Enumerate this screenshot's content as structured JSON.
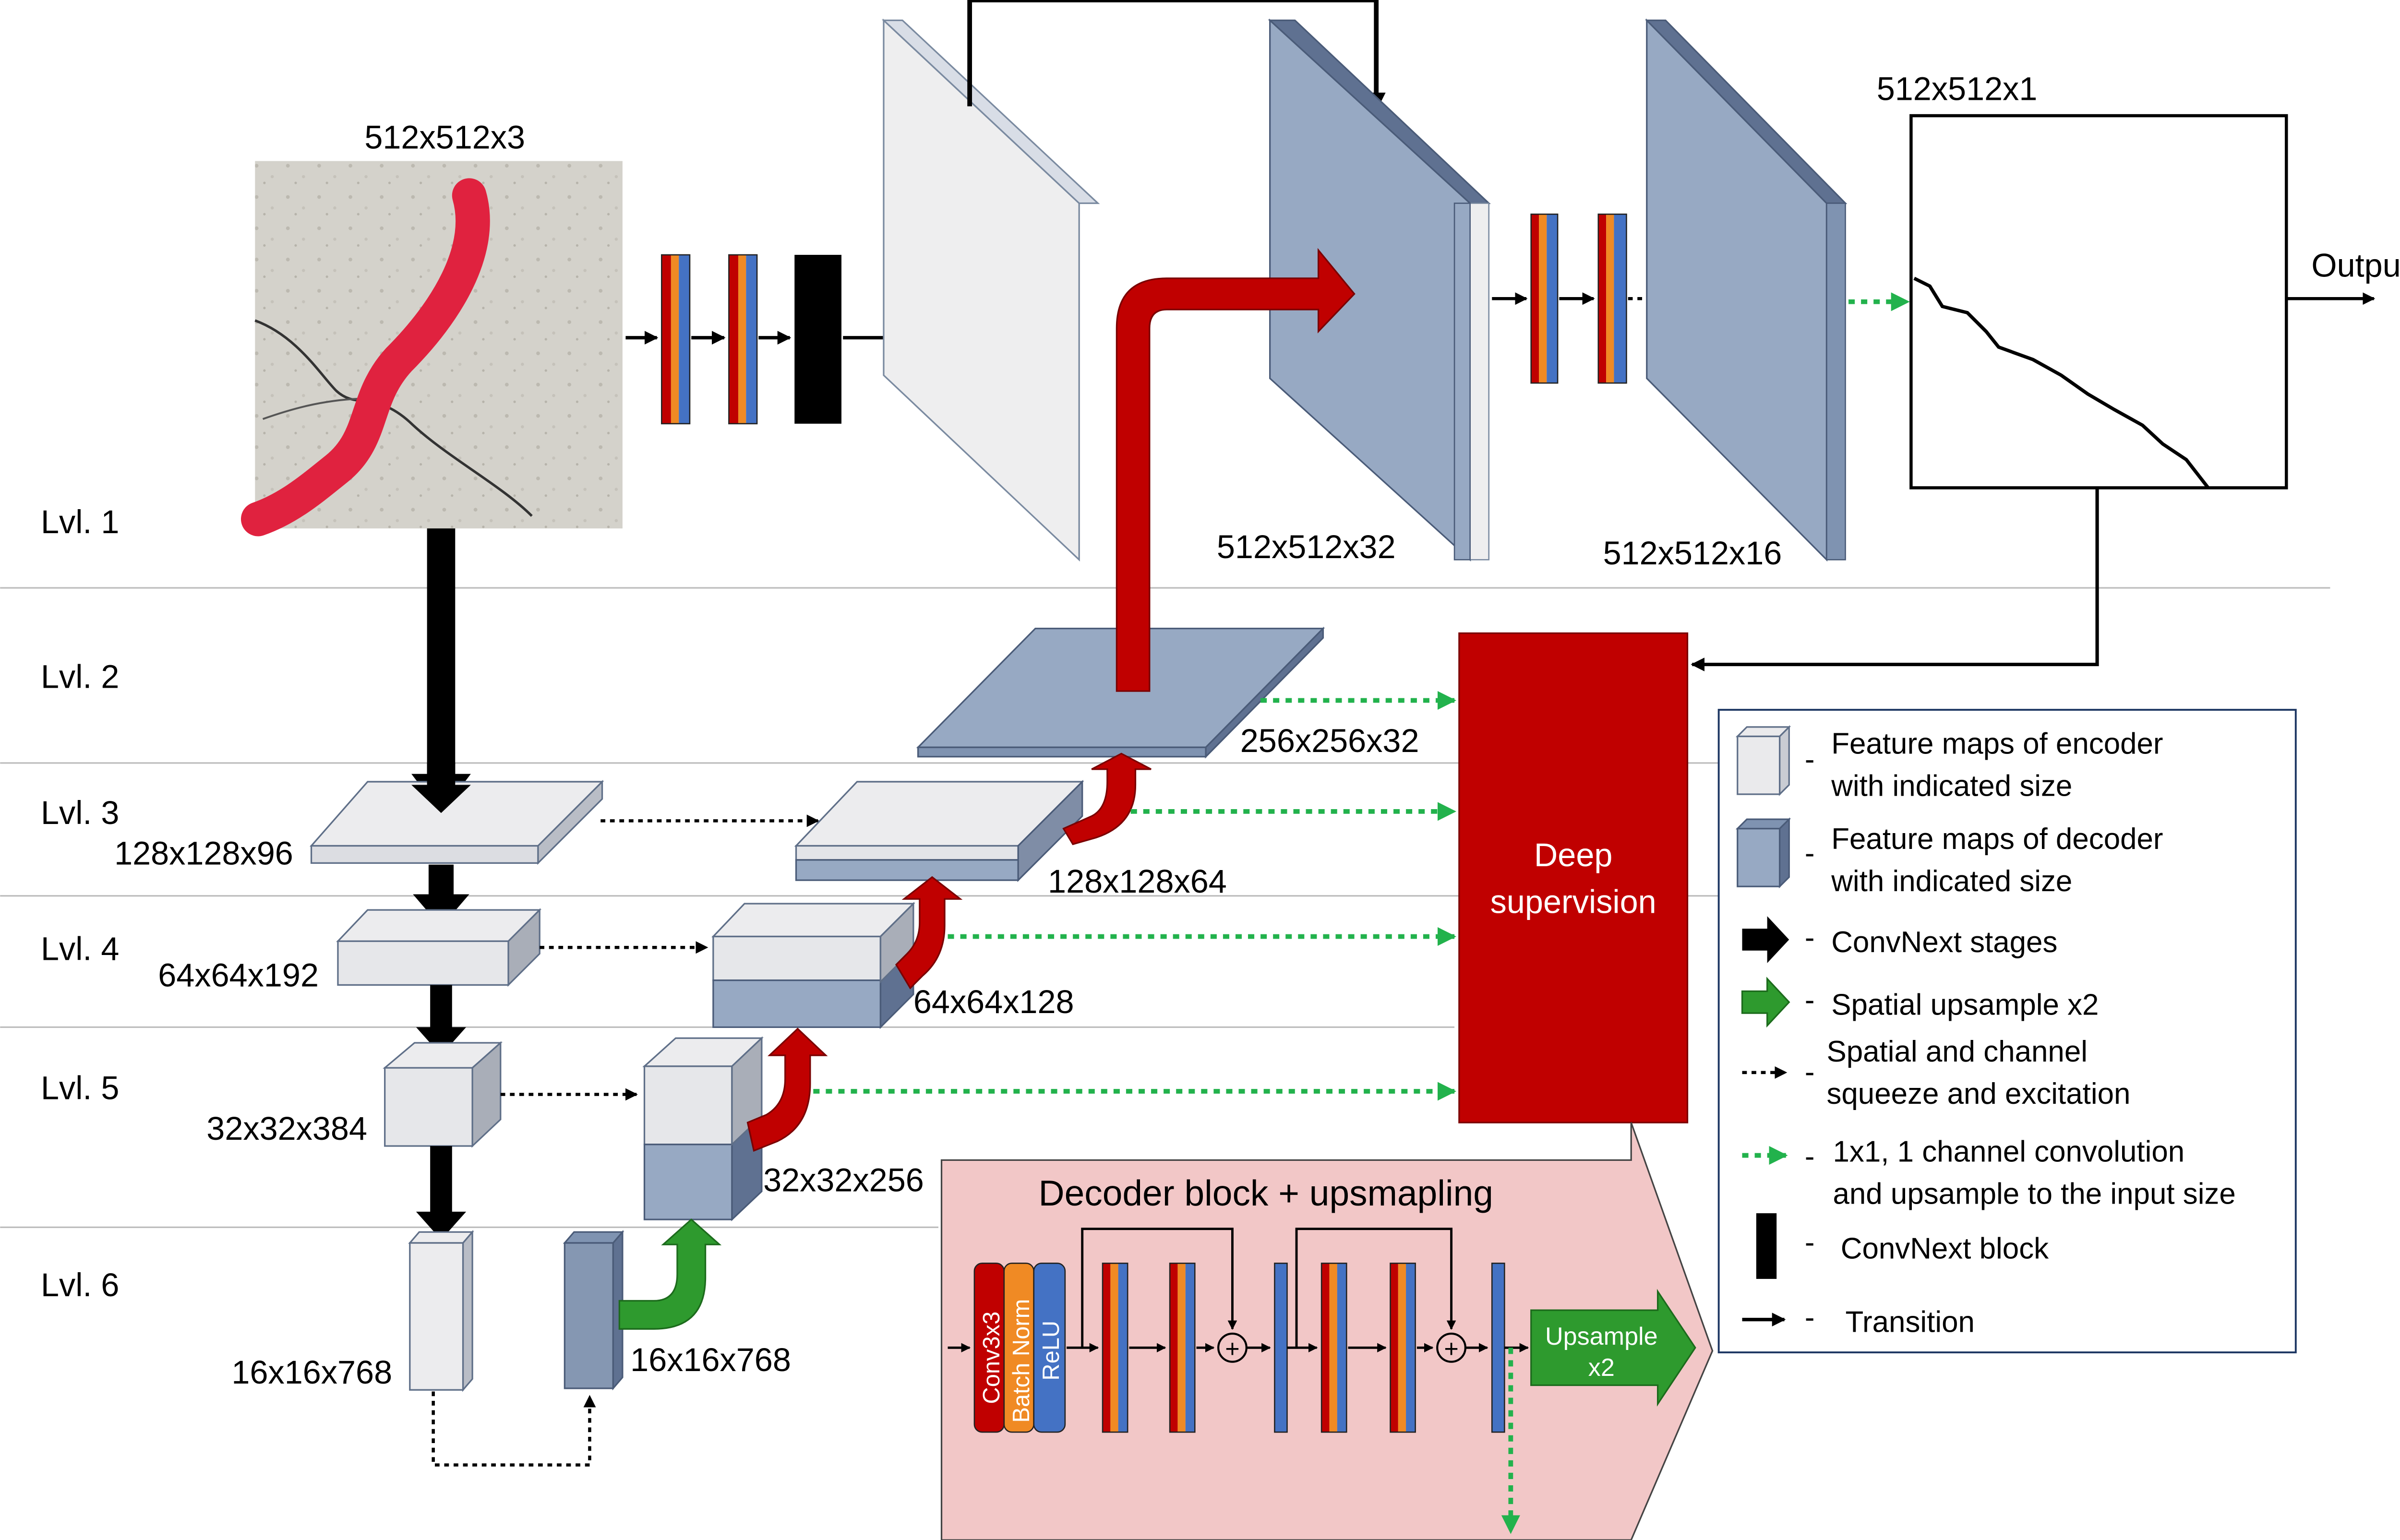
{
  "levels": [
    "Lvl. 1",
    "Lvl. 2",
    "Lvl. 3",
    "Lvl. 4",
    "Lvl. 5",
    "Lvl. 6"
  ],
  "input": {
    "size": "512x512x3"
  },
  "output": {
    "size": "512x512x1",
    "label": "Output"
  },
  "sizes": {
    "l1_decoder_a": "512x512x32",
    "l1_decoder_b": "512x512x16",
    "l2_decoder": "256x256x32",
    "l3_encoder": "128x128x96",
    "l3_decoder": "128x128x64",
    "l4_encoder": "64x64x192",
    "l4_decoder": "64x64x128",
    "l5_encoder": "32x32x384",
    "l5_decoder": "32x32x256",
    "l6_encoder": "16x16x768",
    "l6_decoder": "16x16x768"
  },
  "deep_supervision": {
    "line1": "Deep",
    "line2": "supervision"
  },
  "decoder_block": {
    "title": "Decoder block + upsmapling",
    "conv_label": "Conv3x3",
    "bn_label": "Batch Norm",
    "relu_label": "ReLU",
    "plus": "+",
    "upsample_line1": "Upsample",
    "upsample_line2": "x2"
  },
  "legend": [
    {
      "dash": "-",
      "line1": "Feature maps of encoder",
      "line2": "with indicated size"
    },
    {
      "dash": "-",
      "line1": "Feature maps of decoder",
      "line2": "with indicated size"
    },
    {
      "dash": "-",
      "line1": "ConvNext stages",
      "line2": ""
    },
    {
      "dash": "-",
      "line1": "Spatial upsample x2",
      "line2": ""
    },
    {
      "dash": "-",
      "line1": "Spatial and channel",
      "line2": "squeeze and excitation"
    },
    {
      "dash": "-",
      "line1": "1x1, 1 channel convolution",
      "line2": "and upsample to the input size"
    },
    {
      "dash": "-",
      "line1": "ConvNext block",
      "line2": ""
    },
    {
      "dash": "-",
      "line1": "Transition",
      "line2": ""
    }
  ],
  "colors": {
    "encoder_face": "#e8e8ea",
    "decoder_face": "#97a9c3",
    "decoder_dark": "#5f7191",
    "red_arrow": "#c00000",
    "green_arrow": "#2e9a2e",
    "green_dotted": "#22b24c",
    "deep_sup": "#c00000",
    "decoder_bg": "#f2c7c7",
    "conv": "#c00000",
    "bn": "#f08a24",
    "relu": "#4472c4"
  }
}
